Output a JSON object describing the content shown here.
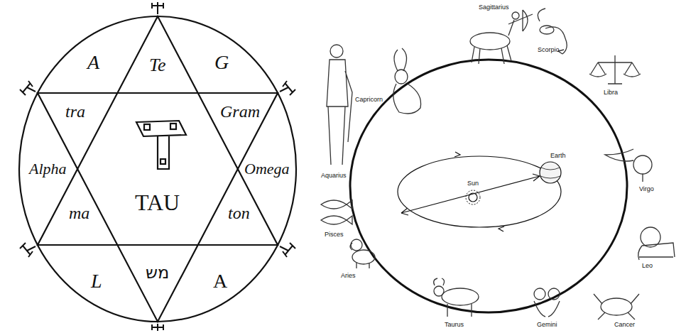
{
  "diagram": {
    "labels": [
      "A",
      "Te",
      "G",
      "tra",
      "Gram",
      "Alpha",
      "Omega",
      "ma",
      "TAU",
      "ton",
      "L",
      "מש",
      "A",
      "Aquarius",
      "Capricorn",
      "Sagittarius",
      "Scorpio",
      "Libra",
      "Virgo",
      "Leo",
      "Pisces",
      "Aries",
      "Taurus",
      "Gemini",
      "Cancer",
      "Sun",
      "Earth"
    ]
  }
}
